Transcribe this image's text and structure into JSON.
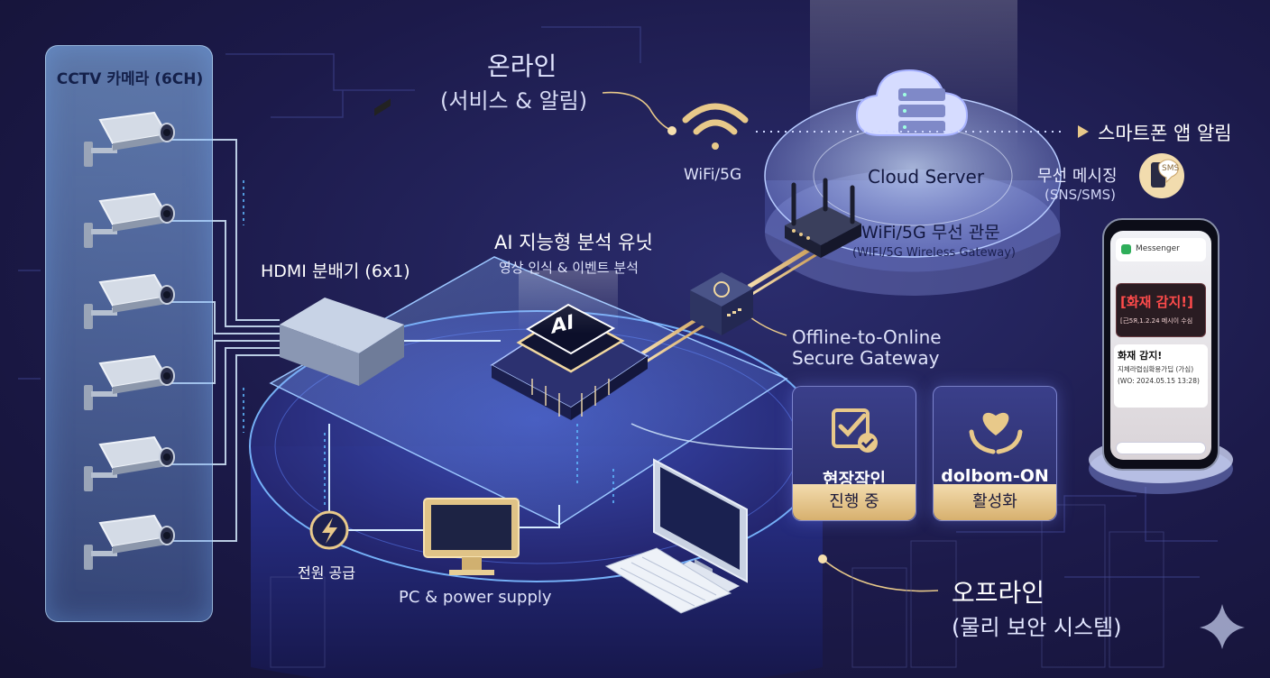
{
  "online": {
    "title": "온라인",
    "subtitle": "(서비스 & 알림)"
  },
  "offline": {
    "title": "오프라인",
    "subtitle": "(물리 보안 시스템)"
  },
  "cctv": {
    "title": "CCTV 카메라 (6CH)",
    "count": 6
  },
  "hdmi": {
    "label": "HDMI 분배기 (6x1)"
  },
  "ai_unit": {
    "title": "AI 지능형 분석 유닛",
    "subtitle": "영상 인식 & 이벤트 분석",
    "chip_text": "AI"
  },
  "wifi": {
    "label": "WiFi/5G"
  },
  "cloud": {
    "label": "Cloud Server"
  },
  "gateway_wireless": {
    "title": "WiFi/5G 무선 관문",
    "subtitle": "(WIFI/5G Wireless Gateway)"
  },
  "secure_gateway": {
    "line1": "Offline-to-Online",
    "line2": "Secure Gateway"
  },
  "smartphone_alert": {
    "label": "스마트폰 앱 알림"
  },
  "wireless_msg": {
    "title": "무선 메시징",
    "subtitle": "(SNS/SMS)",
    "badge": "SMS"
  },
  "phone": {
    "app_name": "Messenger",
    "alert_title": "[화재 감지!]",
    "alert_sub": "[己5Я,1.2.24 메시이 수심",
    "msg_title": "화재 감지!",
    "msg_body": "지체라렵심확용가딥 (가심)",
    "msg_time": "(WO: 2024.05.15 13:28)"
  },
  "status_field": {
    "title": "현장작인",
    "status": "진행 중"
  },
  "status_dolbom": {
    "title": "dolbom-ON",
    "status": "활성화"
  },
  "power": {
    "label": "전원 공급"
  },
  "pc": {
    "label": "PC & power supply"
  },
  "icons": {
    "wifi": "wifi-icon",
    "cloud": "cloud-server-icon",
    "router": "router-icon",
    "check": "checklist-icon",
    "heart": "heart-hands-icon",
    "bolt": "lightning-icon",
    "sms": "sms-bubble-icon",
    "sparkle": "sparkle-icon"
  },
  "colors": {
    "accent_gold": "#e8c98a",
    "glow_blue": "#5fb8ff",
    "alert_red": "#e23a3a"
  }
}
